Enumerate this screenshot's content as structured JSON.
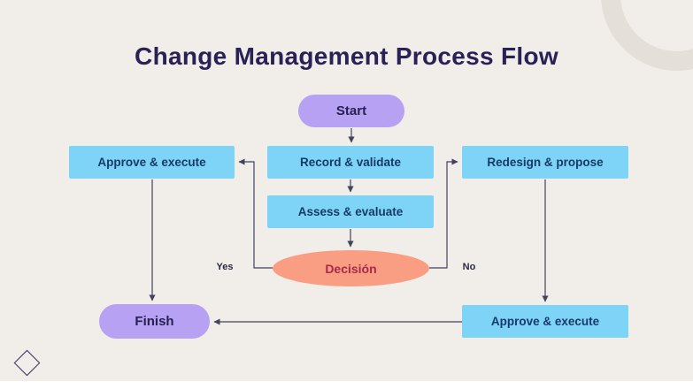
{
  "slide": {
    "title": "Change Management Process Flow",
    "background_color": "#f1ede8",
    "footer_bar_color": "#ffffff"
  },
  "flowchart": {
    "nodes": {
      "start": {
        "label": "Start",
        "type": "terminator",
        "color": "#b6a1f2"
      },
      "record": {
        "label": "Record & validate",
        "type": "process",
        "color": "#7ed4f6"
      },
      "assess": {
        "label": "Assess & evaluate",
        "type": "process",
        "color": "#7ed4f6"
      },
      "approve_left": {
        "label": "Approve & execute",
        "type": "process",
        "color": "#7ed4f6"
      },
      "redesign": {
        "label": "Redesign & propose",
        "type": "process",
        "color": "#7ed4f6"
      },
      "decision": {
        "label": "Decisión",
        "type": "decision",
        "color": "#f99e82"
      },
      "approve_bottom": {
        "label": "Approve & execute",
        "type": "process",
        "color": "#7ed4f6"
      },
      "finish": {
        "label": "Finish",
        "type": "terminator",
        "color": "#b6a1f2"
      }
    },
    "branch_labels": {
      "yes": "Yes",
      "no": "No"
    },
    "edges": [
      {
        "from": "start",
        "to": "record"
      },
      {
        "from": "record",
        "to": "assess"
      },
      {
        "from": "assess",
        "to": "decision"
      },
      {
        "from": "decision",
        "to": "approve_left",
        "label": "Yes"
      },
      {
        "from": "decision",
        "to": "redesign",
        "label": "No"
      },
      {
        "from": "approve_left",
        "to": "finish"
      },
      {
        "from": "redesign",
        "to": "approve_bottom"
      },
      {
        "from": "approve_bottom",
        "to": "finish"
      }
    ],
    "line_color": "#44435e",
    "title_color": "#2a2156",
    "process_text_color": "#173a68",
    "decision_text_color": "#a52b4a"
  },
  "decorations": {
    "top_right": "ring-decoration",
    "bottom_left": "diamond-outline-icon",
    "ring_color": "#e4dfd8"
  }
}
